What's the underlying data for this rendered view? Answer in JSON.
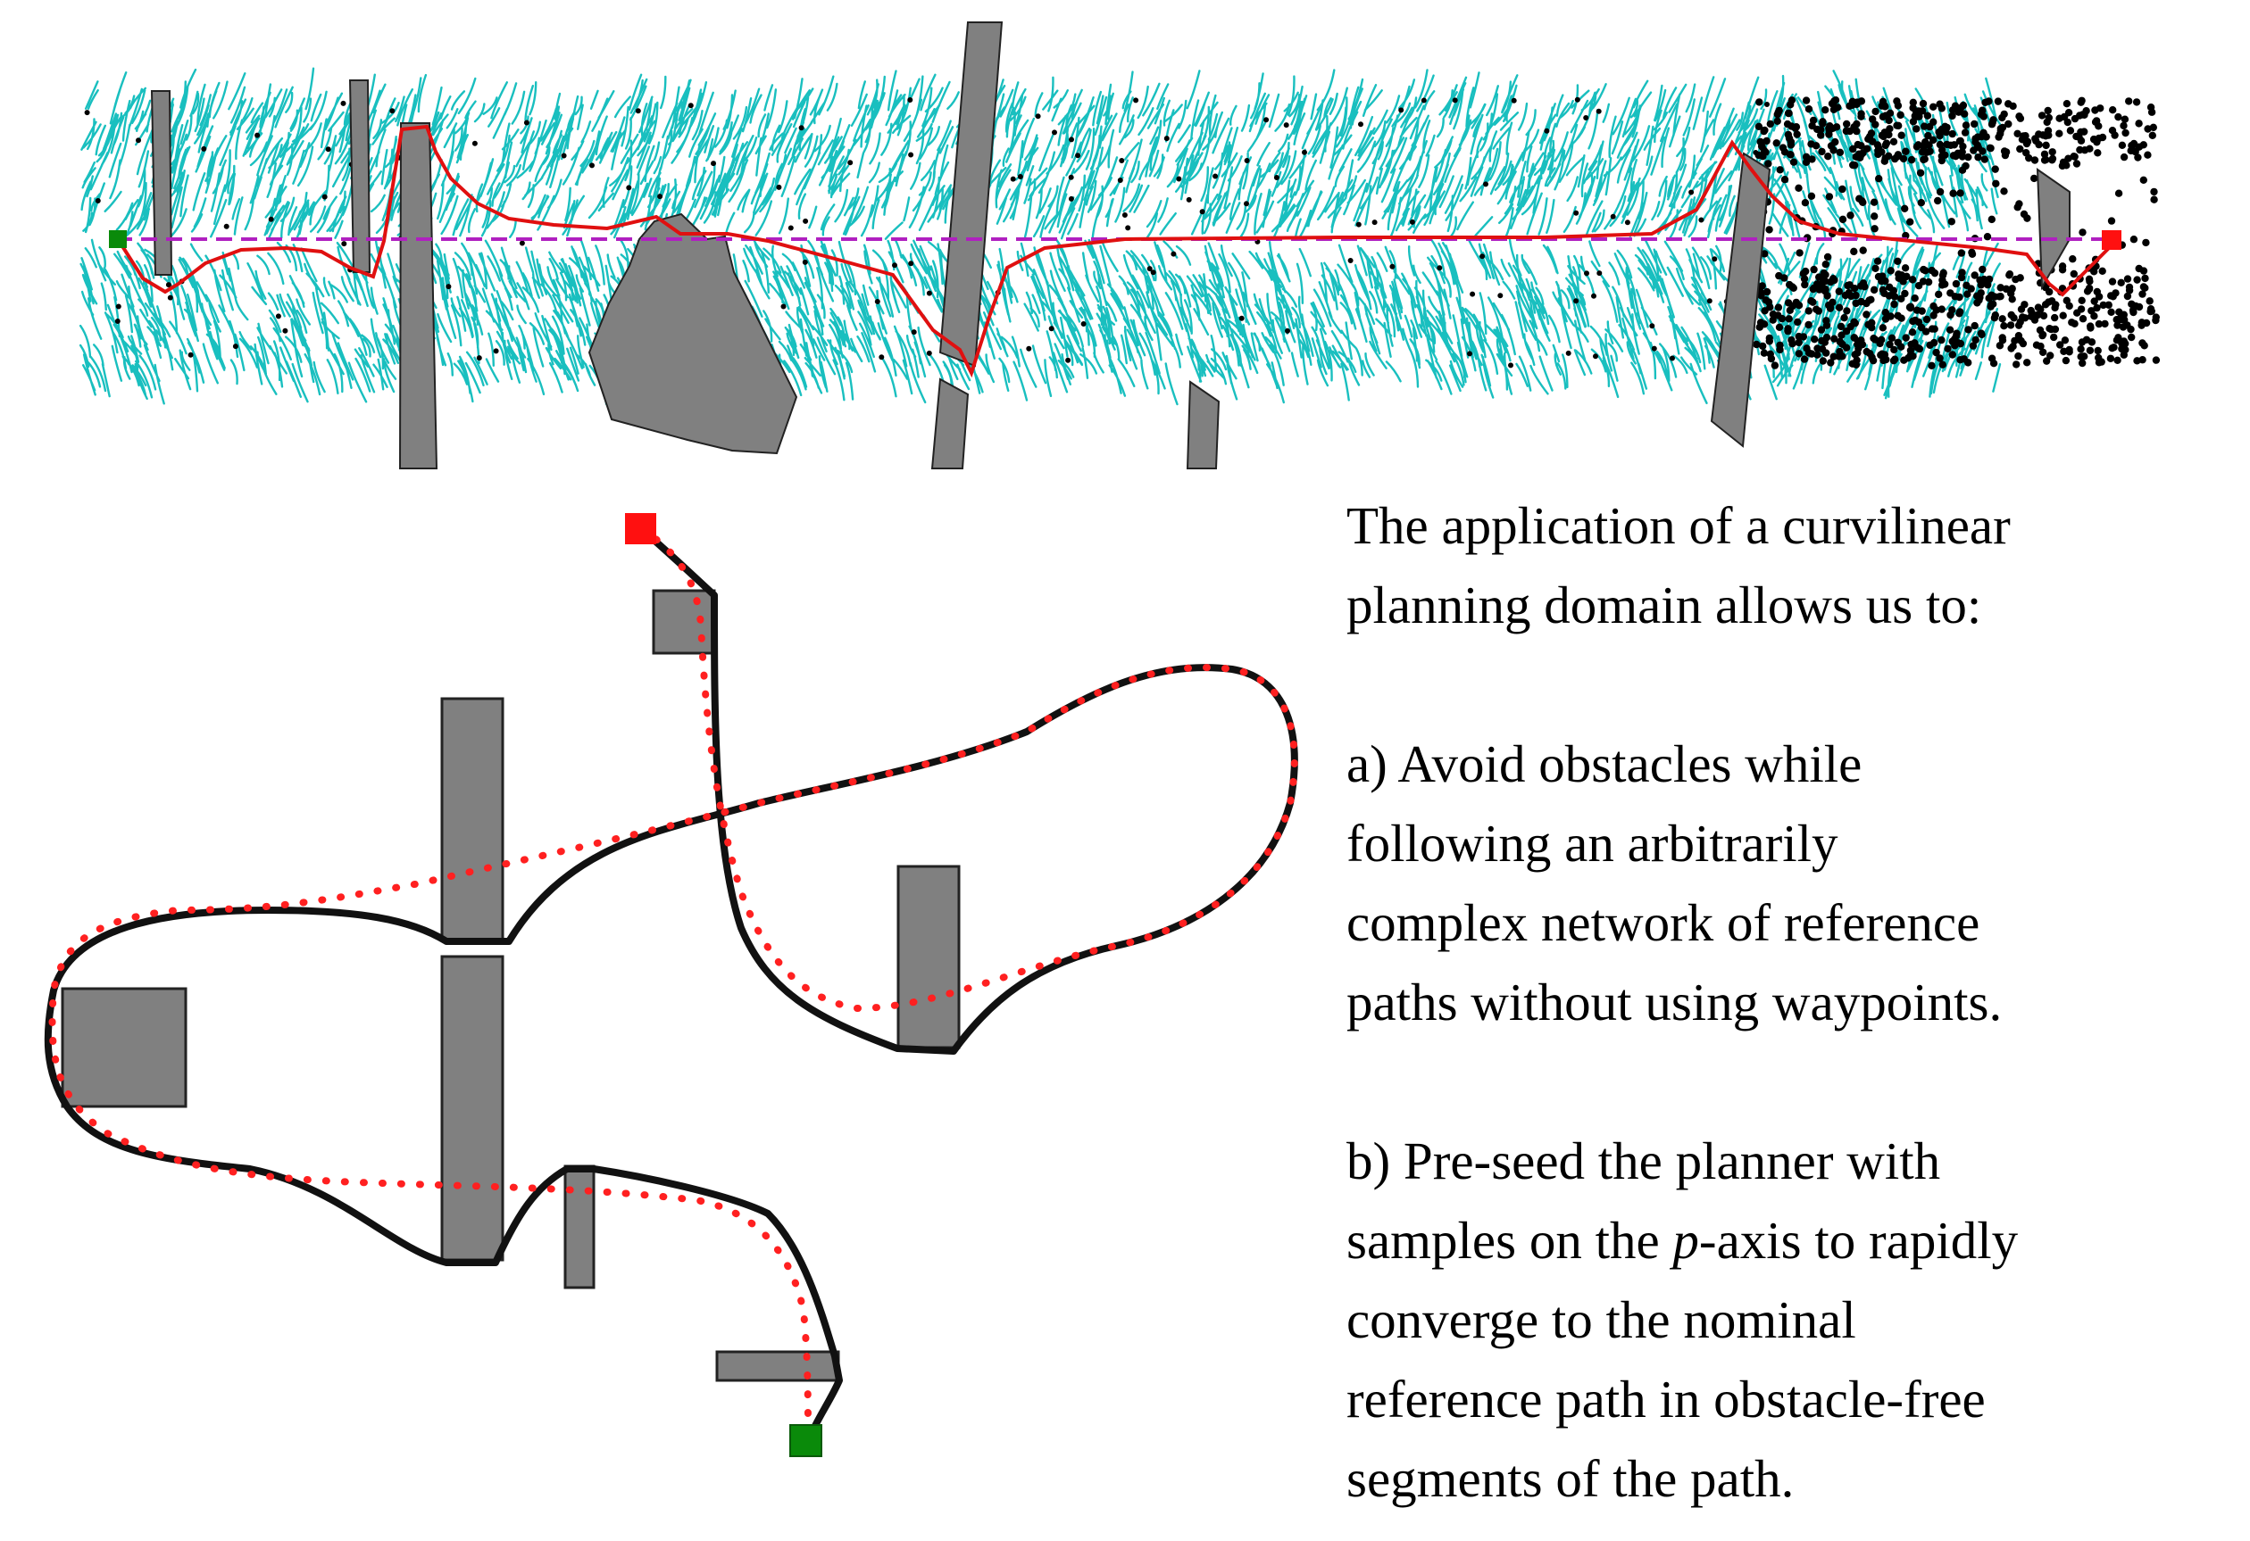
{
  "caption": {
    "intro_line1": "The application of a curvilinear",
    "intro_line2": "planning domain allows us to:",
    "a_line1": "a) Avoid obstacles while",
    "a_line2": "following an arbitrarily",
    "a_line3": "complex network of reference",
    "a_line4": "paths without using waypoints.",
    "b_line1": "b) Pre-seed the planner with",
    "b_line2_pre": "samples on the ",
    "b_line2_italic": "p",
    "b_line2_post": "-axis to rapidly",
    "b_line3": "converge to the nominal",
    "b_line4": "reference path in obstacle-free",
    "b_line5": "segments of the path."
  },
  "colors": {
    "tree": "#19bfbf",
    "obstacle": "#808080",
    "solution_path": "#e01010",
    "reference_path_dashed": "#b020c0",
    "reference_path_dotted": "#ff2020",
    "trajectory": "#111111",
    "start": "#0a8a0a",
    "goal": "#ff1010",
    "samples": "#000000"
  }
}
